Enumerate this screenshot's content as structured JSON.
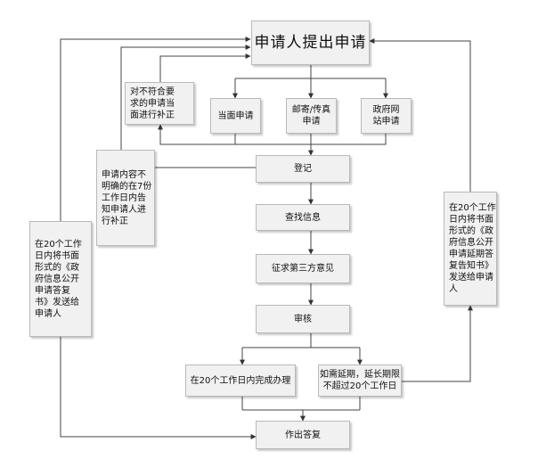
{
  "nodes": {
    "apply": "申请人提出申请",
    "noncompliant": "对不符合要\n求的申请当\n面进行补正",
    "in_person": "当面申请",
    "mail_fax": "邮寄/传真\n申请",
    "gov_web": "政府网\n站申请",
    "register": "登记",
    "search": "查找信息",
    "third_party": "征求第三方意见",
    "review": "审核",
    "within20": "在20个工作日内完成办理",
    "extend": "如需延期，延长期限\n不超过20个工作日",
    "reply": "作出答复",
    "unclear": "申请内容不\n明确的在7份\n工作日内告\n知申请人进\n行补正",
    "left_notice": "在20个工作\n日内将书面\n形式的《政\n府信息公开\n申请答复\n书》发送给\n申请人",
    "right_notice": "在20个工作\n日内将书面\n形式的《政\n府信息公开\n申请延期答\n复告知书》\n发送给申请\n人"
  }
}
